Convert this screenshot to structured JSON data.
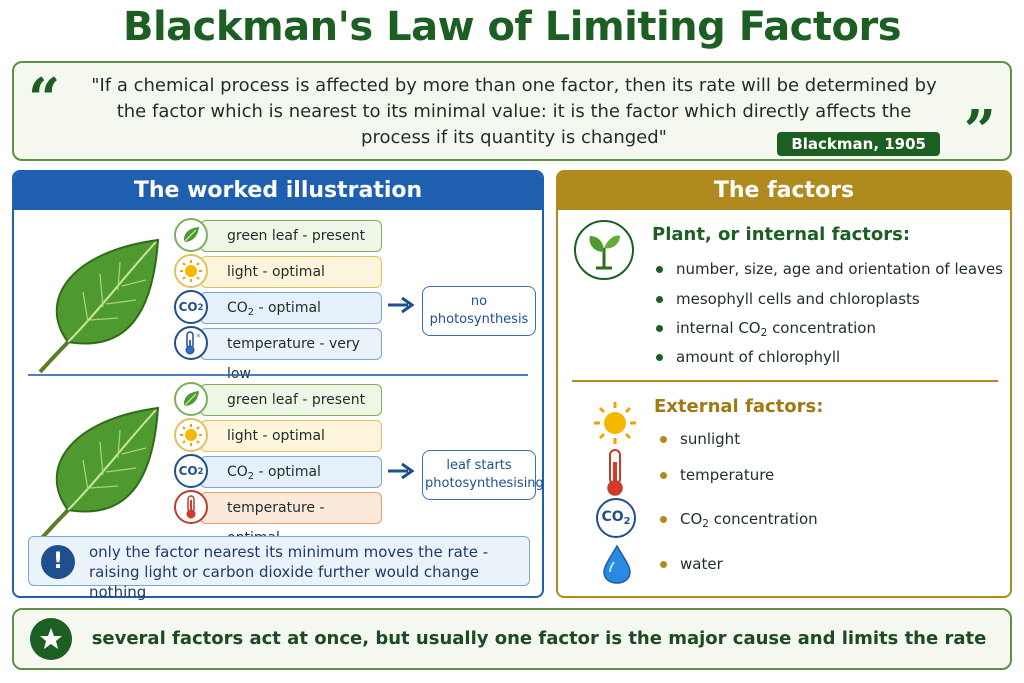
{
  "title": "Blackman's Law of Limiting Factors",
  "quote": {
    "text": "\"If a chemical process is affected by more than one factor, then its rate will be determined by the factor which is nearest to its minimal value: it is the factor which directly affects the process if its quantity is changed\"",
    "citation": "Blackman, 1905"
  },
  "illustration": {
    "heading": "The worked illustration",
    "case1": {
      "rows": [
        "green leaf - present",
        "light - optimal",
        "CO2 - optimal",
        "temperature - very low"
      ],
      "result": "no photosynthesis"
    },
    "case2": {
      "rows": [
        "green leaf - present",
        "light - optimal",
        "CO2 - optimal",
        "temperature - optimal"
      ],
      "result": "leaf starts photosynthesising"
    },
    "note": "only the factor nearest its minimum moves the rate - raising light or carbon dioxide further would change nothing"
  },
  "factors": {
    "heading": "The factors",
    "internal": {
      "title": "Plant, or internal factors:",
      "items": [
        "number, size, age and orientation of leaves",
        "mesophyll cells and chloroplasts",
        "internal CO2 concentration",
        "amount of chlorophyll"
      ]
    },
    "external": {
      "title": "External factors:",
      "items": [
        "sunlight",
        "temperature",
        "CO2 concentration",
        "water"
      ]
    }
  },
  "footer": "several factors act at once, but usually one factor is the major cause and limits the rate",
  "icons": {
    "leaf": "leaf-icon",
    "sun": "sun-icon",
    "co2": "co2-icon",
    "thermometer": "thermometer-icon",
    "plant": "plant-sprout-icon",
    "water": "water-drop-icon",
    "alert": "exclamation-icon",
    "star": "star-icon"
  },
  "colors": {
    "green": "#1d5e23",
    "blue": "#1f5fb0",
    "gold": "#b08a1e"
  }
}
